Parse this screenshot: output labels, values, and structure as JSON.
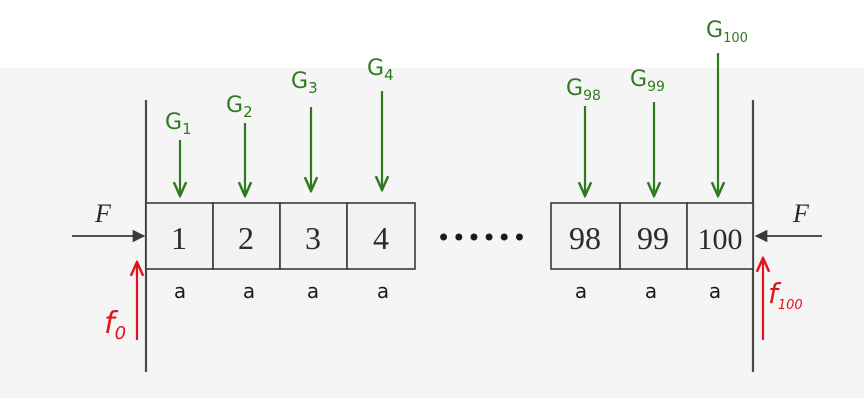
{
  "blocks": [
    {
      "label": "1",
      "mass": "a",
      "weight": "G",
      "weight_sub": "1"
    },
    {
      "label": "2",
      "mass": "a",
      "weight": "G",
      "weight_sub": "2"
    },
    {
      "label": "3",
      "mass": "a",
      "weight": "G",
      "weight_sub": "3"
    },
    {
      "label": "4",
      "mass": "a",
      "weight": "G",
      "weight_sub": "4"
    },
    {
      "label": "98",
      "mass": "a",
      "weight": "G",
      "weight_sub": "98"
    },
    {
      "label": "99",
      "mass": "a",
      "weight": "G",
      "weight_sub": "99"
    },
    {
      "label": "100",
      "mass": "a",
      "weight": "G",
      "weight_sub": "100"
    }
  ],
  "ellipsis": "••••••",
  "forces": {
    "left": {
      "label": "F"
    },
    "right": {
      "label": "F"
    }
  },
  "frictions": {
    "left": {
      "symbol": "f",
      "sub": "0"
    },
    "right": {
      "symbol": "f",
      "sub": "100"
    }
  },
  "colors": {
    "ink": "#3a3a3a",
    "weight": "#2f7a1f",
    "friction": "#e0141e",
    "block_fill": "#f2f2f2",
    "band": "#f5f5f5"
  }
}
